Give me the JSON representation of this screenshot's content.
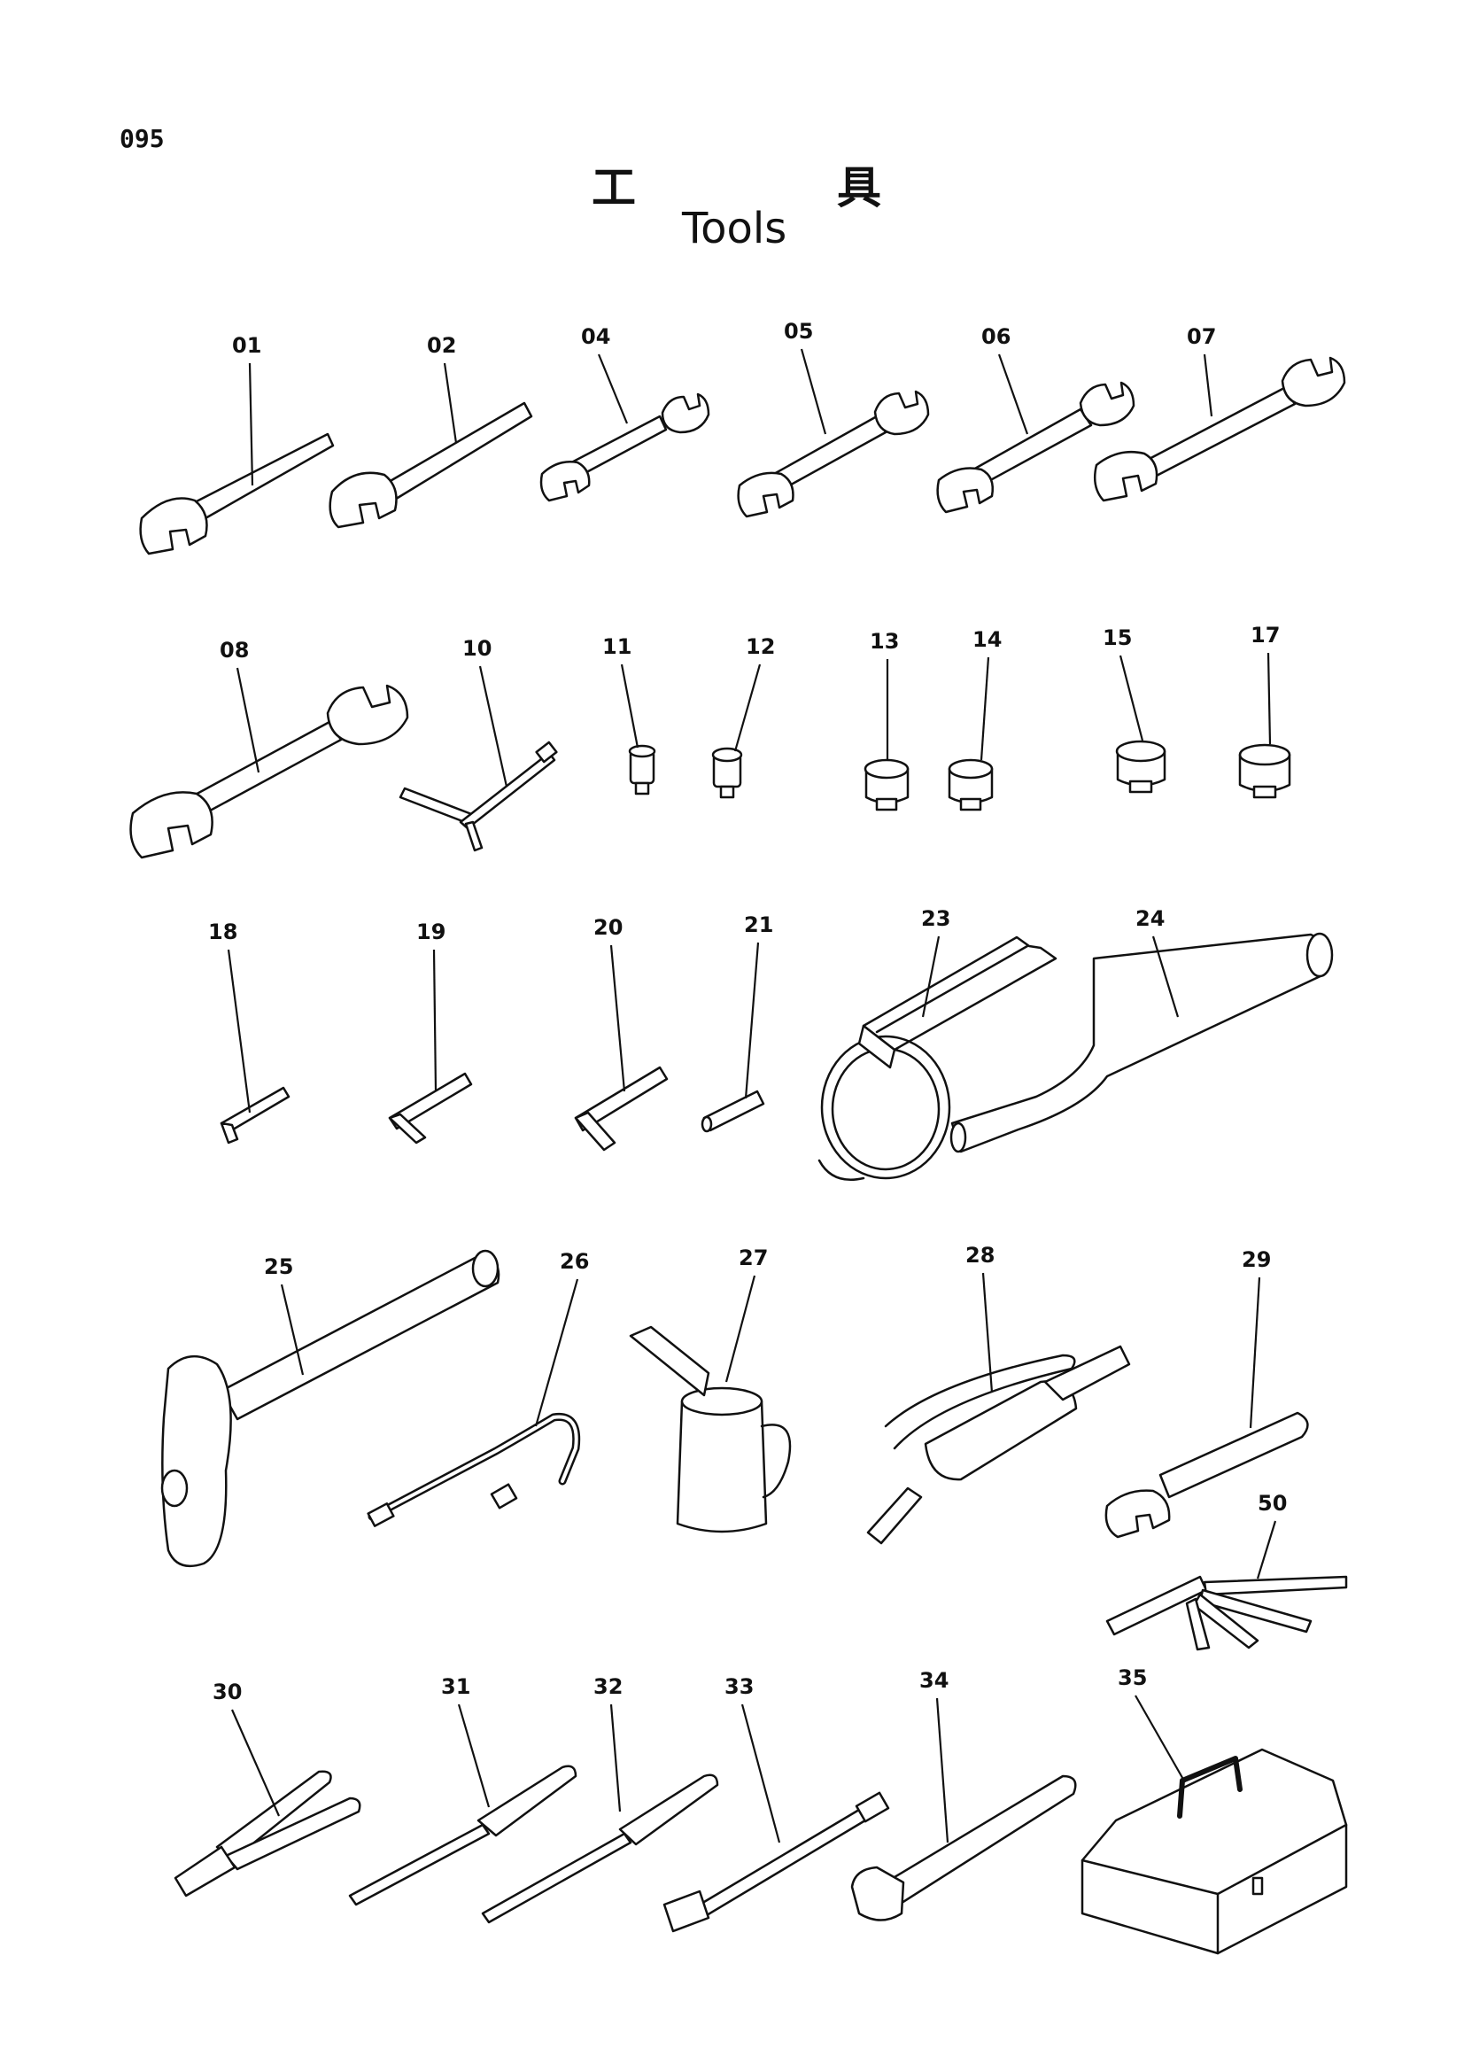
{
  "page_number": "095",
  "title": {
    "ja_1": "工",
    "ja_2": "具",
    "en": "Tools"
  },
  "parts": [
    {
      "no": "01"
    },
    {
      "no": "02"
    },
    {
      "no": "04"
    },
    {
      "no": "05"
    },
    {
      "no": "06"
    },
    {
      "no": "07"
    },
    {
      "no": "08"
    },
    {
      "no": "10"
    },
    {
      "no": "11"
    },
    {
      "no": "12"
    },
    {
      "no": "13"
    },
    {
      "no": "14"
    },
    {
      "no": "15"
    },
    {
      "no": "17"
    },
    {
      "no": "18"
    },
    {
      "no": "19"
    },
    {
      "no": "20"
    },
    {
      "no": "21"
    },
    {
      "no": "23"
    },
    {
      "no": "24"
    },
    {
      "no": "25"
    },
    {
      "no": "26"
    },
    {
      "no": "27"
    },
    {
      "no": "28"
    },
    {
      "no": "29"
    },
    {
      "no": "50"
    },
    {
      "no": "30"
    },
    {
      "no": "31"
    },
    {
      "no": "32"
    },
    {
      "no": "33"
    },
    {
      "no": "34"
    },
    {
      "no": "35"
    }
  ]
}
